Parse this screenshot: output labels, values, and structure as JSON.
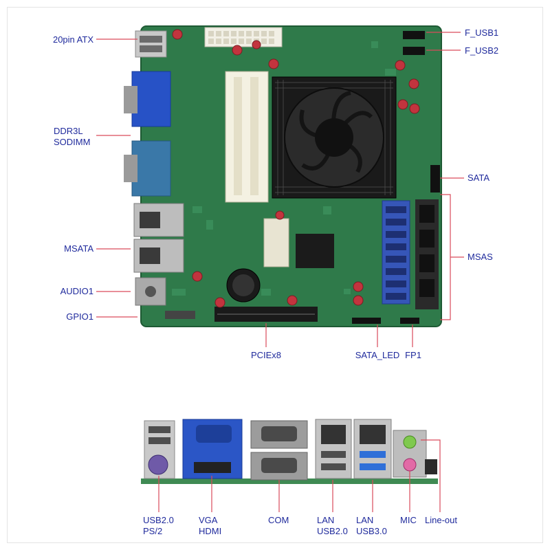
{
  "top_labels": {
    "atx": "20pin ATX",
    "ddr3l_line1": "DDR3L",
    "ddr3l_line2": "SODIMM",
    "msata": "MSATA",
    "audio1": "AUDIO1",
    "gpio1": "GPIO1",
    "f_usb1": "F_USB1",
    "f_usb2": "F_USB2",
    "sata": "SATA",
    "msas": "MSAS",
    "pciex8": "PCIEx8",
    "sata_led": "SATA_LED",
    "fp1": "FP1"
  },
  "io_labels": {
    "usb_ps2_line1": "USB2.0",
    "usb_ps2_line2": "PS/2",
    "vga_hdmi_line1": "VGA",
    "vga_hdmi_line2": "HDMI",
    "com": "COM",
    "lan_usb2_line1": "LAN",
    "lan_usb2_line2": "USB2.0",
    "lan_usb3_line1": "LAN",
    "lan_usb3_line2": "USB3.0",
    "mic": "MIC",
    "line_out": "Line-out"
  },
  "colors": {
    "label": "#1f2a9c",
    "leader": "#d94a5a",
    "pcb": "#2f7a4a",
    "heatsink": "#1a1a1a"
  }
}
